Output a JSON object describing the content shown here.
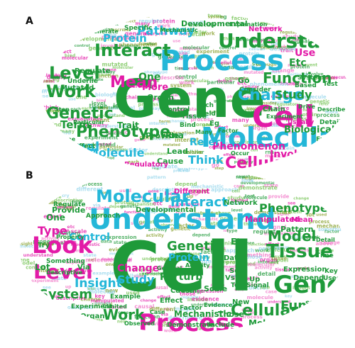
{
  "colors": {
    "green": "#1f9a3a",
    "light_green": "#6cbf4a",
    "cyan": "#24b7d8",
    "magenta": "#e21aa7",
    "pink": "#f06cc3",
    "olive": "#7f9a1f",
    "light_blue": "#8fd3ea"
  },
  "panels": [
    {
      "label": "A",
      "words": [
        {
          "text": "Gene",
          "color": "green"
        },
        {
          "text": "Process",
          "color": "cyan"
        },
        {
          "text": "Molecular",
          "color": "cyan"
        },
        {
          "text": "Cell",
          "color": "magenta"
        },
        {
          "text": "Understand",
          "color": "green"
        },
        {
          "text": "Interact",
          "color": "green"
        },
        {
          "text": "Cellular",
          "color": "magenta"
        },
        {
          "text": "Phenotype",
          "color": "green"
        },
        {
          "text": "Work",
          "color": "green"
        },
        {
          "text": "Level",
          "color": "green"
        },
        {
          "text": "Genetic",
          "color": "green"
        },
        {
          "text": "Mean",
          "color": "magenta"
        },
        {
          "text": "Change",
          "color": "cyan"
        },
        {
          "text": "Function",
          "color": "green"
        },
        {
          "text": "Pathway",
          "color": "cyan"
        },
        {
          "text": "Protein",
          "color": "cyan"
        },
        {
          "text": "Signal",
          "color": "cyan"
        },
        {
          "text": "Molecule",
          "color": "cyan"
        },
        {
          "text": "Study",
          "color": "green"
        },
        {
          "text": "Term",
          "color": "green"
        },
        {
          "text": "Think",
          "color": "cyan"
        },
        {
          "text": "Phenomenon",
          "color": "magenta"
        },
        {
          "text": "Refer",
          "color": "cyan"
        },
        {
          "text": "Use",
          "color": "magenta"
        },
        {
          "text": "Etc",
          "color": "green"
        },
        {
          "text": "Biological",
          "color": "green"
        },
        {
          "text": "Involve",
          "color": "magenta"
        },
        {
          "text": "Developmental",
          "color": "green"
        },
        {
          "text": "Organ",
          "color": "green"
        },
        {
          "text": "Provide",
          "color": "green"
        },
        {
          "text": "Trait",
          "color": "green"
        },
        {
          "text": "More",
          "color": "magenta"
        },
        {
          "text": "One",
          "color": "green"
        },
        {
          "text": "Rna",
          "color": "green"
        },
        {
          "text": "Cause",
          "color": "green"
        },
        {
          "text": "Lead",
          "color": "green"
        },
        {
          "text": "Network",
          "color": "magenta"
        },
        {
          "text": "Regulate",
          "color": "green"
        },
        {
          "text": "Mutated",
          "color": "green"
        },
        {
          "text": "Specific",
          "color": "green"
        },
        {
          "text": "Explanation",
          "color": "green"
        },
        {
          "text": "Regulatory",
          "color": "magenta"
        },
        {
          "text": "Mechanistic",
          "color": "green"
        },
        {
          "text": "Chain",
          "color": "green"
        },
        {
          "text": "Each",
          "color": "green"
        },
        {
          "text": "Field",
          "color": "green"
        },
        {
          "text": "Control",
          "color": "green"
        },
        {
          "text": "System",
          "color": "green"
        },
        {
          "text": "Test",
          "color": "green"
        },
        {
          "text": "Go",
          "color": "green"
        },
        {
          "text": "Consider",
          "color": "green"
        },
        {
          "text": "Based",
          "color": "green"
        },
        {
          "text": "Tissue",
          "color": "green"
        },
        {
          "text": "Describe",
          "color": "green"
        },
        {
          "text": "Detail",
          "color": "green"
        },
        {
          "text": "Event",
          "color": "green"
        },
        {
          "text": "Through",
          "color": "green"
        },
        {
          "text": "Usually",
          "color": "magenta"
        },
        {
          "text": "Interpret",
          "color": "magenta"
        },
        {
          "text": "Generate",
          "color": "green"
        },
        {
          "text": "Step",
          "color": "green"
        },
        {
          "text": "Underlie",
          "color": "green"
        },
        {
          "text": "Particular",
          "color": "green"
        },
        {
          "text": "Effect",
          "color": "green"
        },
        {
          "text": "Define",
          "color": "green"
        },
        {
          "text": "Occur",
          "color": "green"
        },
        {
          "text": "Factor",
          "color": "green"
        },
        {
          "text": "Bind",
          "color": "green"
        },
        {
          "text": "Eg",
          "color": "green"
        },
        {
          "text": "Many",
          "color": "green"
        },
        {
          "text": "Experiment",
          "color": "green"
        },
        {
          "text": "Drive",
          "color": "green"
        }
      ]
    },
    {
      "label": "B",
      "words": [
        {
          "text": "Cell",
          "color": "green"
        },
        {
          "text": "Understand",
          "color": "cyan"
        },
        {
          "text": "Process",
          "color": "magenta"
        },
        {
          "text": "Look",
          "color": "magenta"
        },
        {
          "text": "Gene",
          "color": "green"
        },
        {
          "text": "Level",
          "color": "magenta"
        },
        {
          "text": "Tissue",
          "color": "green"
        },
        {
          "text": "Molecular",
          "color": "cyan"
        },
        {
          "text": "Cellular",
          "color": "green"
        },
        {
          "text": "Interact",
          "color": "cyan"
        },
        {
          "text": "Genetic",
          "color": "green"
        },
        {
          "text": "Model",
          "color": "green"
        },
        {
          "text": "Work",
          "color": "green"
        },
        {
          "text": "Function",
          "color": "green"
        },
        {
          "text": "System",
          "color": "green"
        },
        {
          "text": "Phenotype",
          "color": "green"
        },
        {
          "text": "Insight",
          "color": "cyan"
        },
        {
          "text": "Type",
          "color": "magenta"
        },
        {
          "text": "Study",
          "color": "cyan"
        },
        {
          "text": "Change",
          "color": "magenta"
        },
        {
          "text": "Above",
          "color": "green"
        },
        {
          "text": "Protein",
          "color": "cyan"
        },
        {
          "text": "Control",
          "color": "cyan"
        },
        {
          "text": "Perturb",
          "color": "green"
        },
        {
          "text": "Molecule",
          "color": "green"
        },
        {
          "text": "Provide",
          "color": "green"
        },
        {
          "text": "Manipulated",
          "color": "magenta"
        },
        {
          "text": "Mechanistic",
          "color": "green"
        },
        {
          "text": "Those",
          "color": "green"
        },
        {
          "text": "Etc",
          "color": "green"
        },
        {
          "text": "Mean",
          "color": "magenta"
        },
        {
          "text": "Network",
          "color": "green"
        },
        {
          "text": "Lot",
          "color": "green"
        },
        {
          "text": "One",
          "color": "green"
        },
        {
          "text": "Data",
          "color": "green"
        },
        {
          "text": "Pattern",
          "color": "green"
        },
        {
          "text": "Developmental",
          "color": "green"
        },
        {
          "text": "Different",
          "color": "magenta"
        },
        {
          "text": "Approach",
          "color": "green"
        },
        {
          "text": "Try",
          "color": "green"
        },
        {
          "text": "Something",
          "color": "green"
        },
        {
          "text": "Descriptive",
          "color": "green"
        },
        {
          "text": "Via",
          "color": "green"
        },
        {
          "text": "Causal",
          "color": "green"
        },
        {
          "text": "Scale",
          "color": "green"
        },
        {
          "text": "Effect",
          "color": "green"
        },
        {
          "text": "Example",
          "color": "green"
        },
        {
          "text": "Experiment",
          "color": "green"
        },
        {
          "text": "Organ",
          "color": "green"
        },
        {
          "text": "Demonstrate",
          "color": "green"
        },
        {
          "text": "Observed",
          "color": "green"
        },
        {
          "text": "Include",
          "color": "green"
        },
        {
          "text": "Depend",
          "color": "green"
        },
        {
          "text": "Expression",
          "color": "green"
        },
        {
          "text": "Time",
          "color": "green"
        },
        {
          "text": "State",
          "color": "green"
        },
        {
          "text": "Regulate",
          "color": "green"
        },
        {
          "text": "General",
          "color": "green"
        },
        {
          "text": "Evidence",
          "color": "green"
        },
        {
          "text": "New",
          "color": "green"
        },
        {
          "text": "Test",
          "color": "green"
        },
        {
          "text": "See",
          "color": "green"
        },
        {
          "text": "Detail",
          "color": "green"
        },
        {
          "text": "Key",
          "color": "green"
        },
        {
          "text": "Used",
          "color": "green"
        },
        {
          "text": "Factor",
          "color": "green"
        },
        {
          "text": "Vs",
          "color": "green"
        },
        {
          "text": "Signal",
          "color": "green"
        },
        {
          "text": "Up",
          "color": "green"
        },
        {
          "text": "Case",
          "color": "green"
        },
        {
          "text": "Property",
          "color": "green"
        },
        {
          "text": "Limited",
          "color": "green"
        },
        {
          "text": "Activity",
          "color": "green"
        }
      ]
    }
  ]
}
